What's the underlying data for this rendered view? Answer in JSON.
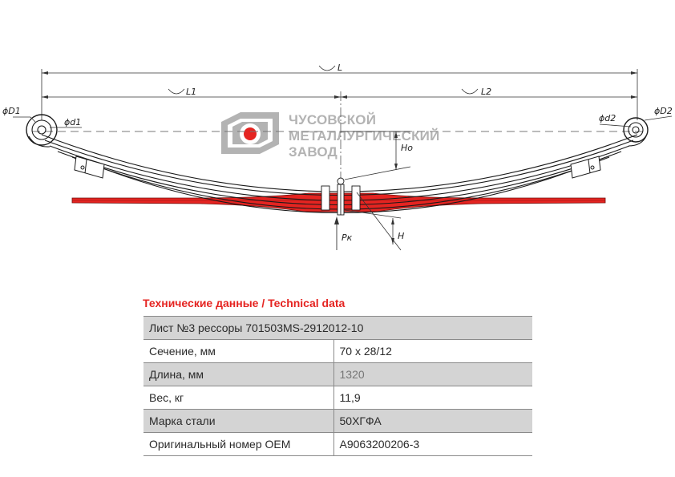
{
  "drawing": {
    "dims": {
      "L": "L",
      "L1": "L1",
      "L2": "L2",
      "D1": "ϕD1",
      "d1": "ϕd1",
      "d2": "ϕd2",
      "D2": "ϕD2",
      "Ho": "Ho",
      "H": "H",
      "Pk": "Pк"
    }
  },
  "logo": {
    "line1": "ЧУСОВСКОЙ",
    "line2": "МЕТАЛЛУРГИЧЕСКИЙ",
    "line3": "ЗАВОД"
  },
  "colors": {
    "accent": "#e52421",
    "logo_gray": "#b3b3b3",
    "row_shade": "#d4d4d4"
  },
  "spec": {
    "title": "Технические данные / Technical data",
    "header": "Лист №3 рессоры 701503MS-2912012-10",
    "rows": [
      {
        "label": "Сечение, мм",
        "value": "70 x 28/12"
      },
      {
        "label": "Длина, мм",
        "value": "1320"
      },
      {
        "label": "Вес, кг",
        "value": "11,9"
      },
      {
        "label": "Марка стали",
        "value": "50ХГФА"
      },
      {
        "label": "Оригинальный номер OEM",
        "value": "A9063200206-3"
      }
    ]
  }
}
